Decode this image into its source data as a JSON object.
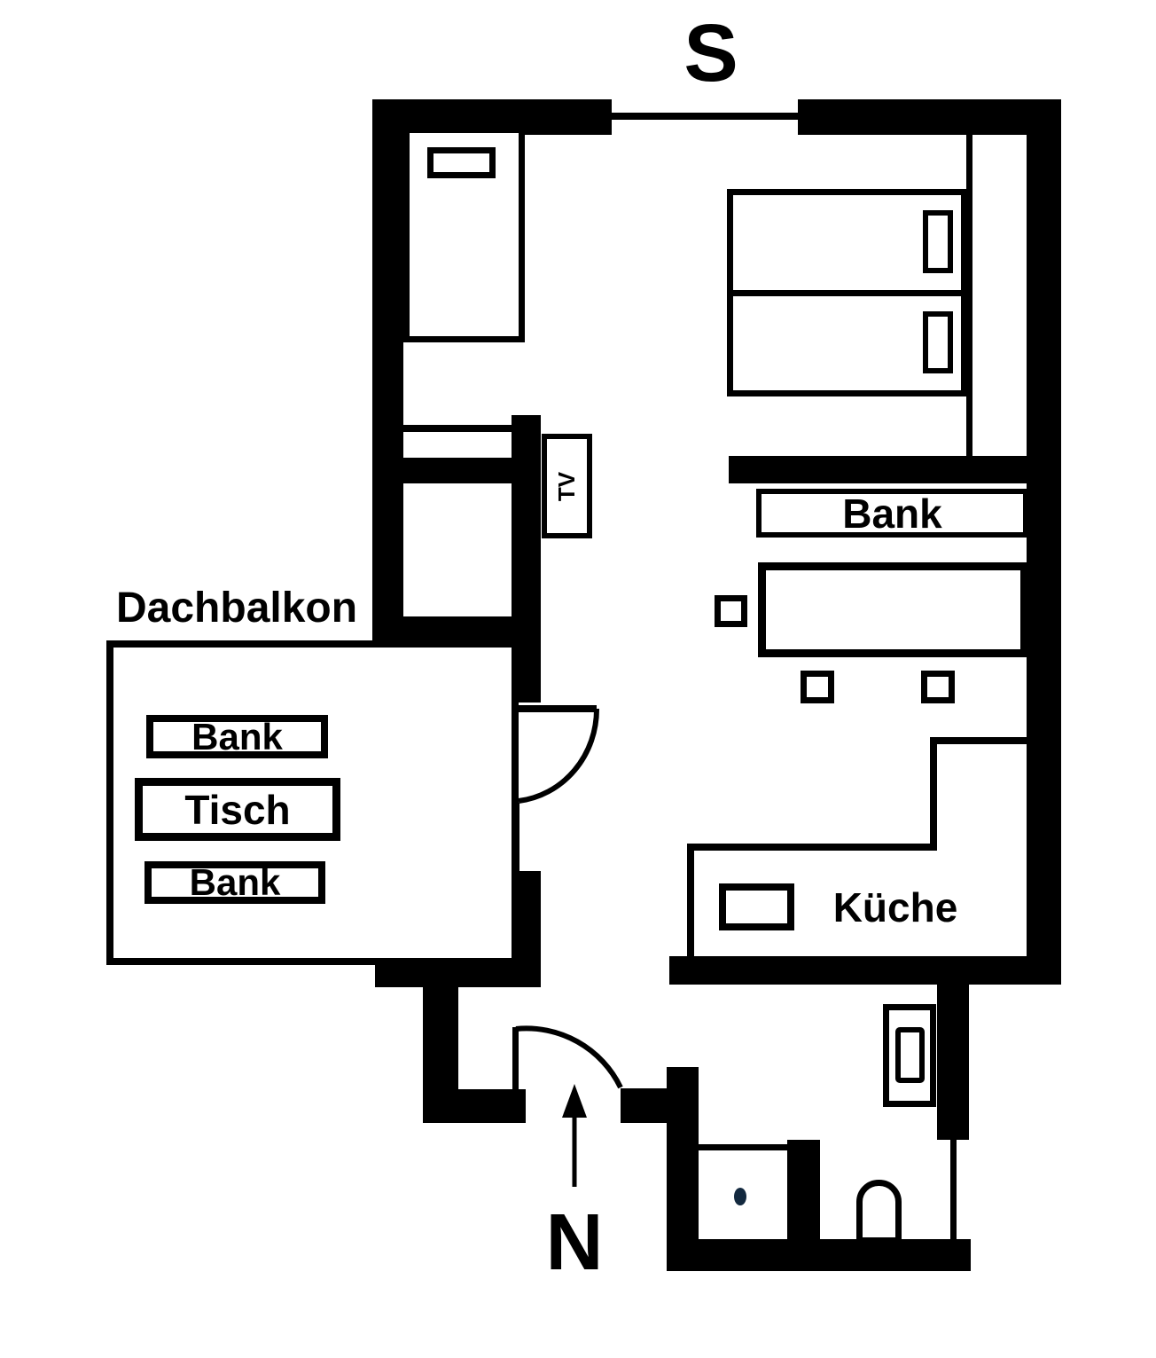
{
  "compass": {
    "south_label": "S",
    "north_label": "N"
  },
  "balcony": {
    "label": "Dachbalkon",
    "bench_top_label": "Bank",
    "table_label": "Tisch",
    "bench_bottom_label": "Bank"
  },
  "dining_area": {
    "bench_label": "Bank"
  },
  "kitchen": {
    "label": "Küche"
  },
  "living_room": {
    "tv_label": "TV"
  },
  "colors": {
    "walls": "#000000",
    "floor": "#ffffff",
    "drain_dot": "#13293f"
  }
}
